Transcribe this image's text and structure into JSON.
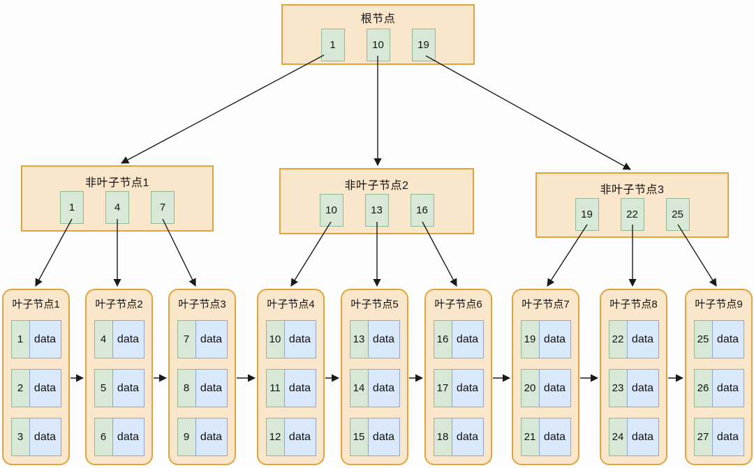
{
  "diagram": {
    "type": "b-plus-tree",
    "colors": {
      "node_fill": "#FAE6CB",
      "node_border": "#E0A43C",
      "key_fill": "#D7E9D6",
      "key_border": "#94B894",
      "data_fill": "#DAE8FC",
      "data_border": "#8FA6C8",
      "arrow": "#1a1a1a"
    },
    "root": {
      "title": "根节点",
      "keys": [
        "1",
        "10",
        "19"
      ]
    },
    "internal_nodes": [
      {
        "title": "非叶子节点1",
        "keys": [
          "1",
          "4",
          "7"
        ]
      },
      {
        "title": "非叶子节点2",
        "keys": [
          "10",
          "13",
          "16"
        ]
      },
      {
        "title": "非叶子节点3",
        "keys": [
          "19",
          "22",
          "25"
        ]
      }
    ],
    "leaf_nodes": [
      {
        "title": "叶子节点1",
        "rows": [
          {
            "key": "1",
            "value": "data"
          },
          {
            "key": "2",
            "value": "data"
          },
          {
            "key": "3",
            "value": "data"
          }
        ]
      },
      {
        "title": "叶子节点2",
        "rows": [
          {
            "key": "4",
            "value": "data"
          },
          {
            "key": "5",
            "value": "data"
          },
          {
            "key": "6",
            "value": "data"
          }
        ]
      },
      {
        "title": "叶子节点3",
        "rows": [
          {
            "key": "7",
            "value": "data"
          },
          {
            "key": "8",
            "value": "data"
          },
          {
            "key": "9",
            "value": "data"
          }
        ]
      },
      {
        "title": "叶子节点4",
        "rows": [
          {
            "key": "10",
            "value": "data"
          },
          {
            "key": "11",
            "value": "data"
          },
          {
            "key": "12",
            "value": "data"
          }
        ]
      },
      {
        "title": "叶子节点5",
        "rows": [
          {
            "key": "13",
            "value": "data"
          },
          {
            "key": "14",
            "value": "data"
          },
          {
            "key": "15",
            "value": "data"
          }
        ]
      },
      {
        "title": "叶子节点6",
        "rows": [
          {
            "key": "16",
            "value": "data"
          },
          {
            "key": "17",
            "value": "data"
          },
          {
            "key": "18",
            "value": "data"
          }
        ]
      },
      {
        "title": "叶子节点7",
        "rows": [
          {
            "key": "19",
            "value": "data"
          },
          {
            "key": "20",
            "value": "data"
          },
          {
            "key": "21",
            "value": "data"
          }
        ]
      },
      {
        "title": "叶子节点8",
        "rows": [
          {
            "key": "22",
            "value": "data"
          },
          {
            "key": "23",
            "value": "data"
          },
          {
            "key": "24",
            "value": "data"
          }
        ]
      },
      {
        "title": "叶子节点9",
        "rows": [
          {
            "key": "25",
            "value": "data"
          },
          {
            "key": "26",
            "value": "data"
          },
          {
            "key": "27",
            "value": "data"
          }
        ]
      }
    ],
    "edges": {
      "root_to_internal": [
        {
          "from_key": "1",
          "to": "非叶子节点1"
        },
        {
          "from_key": "10",
          "to": "非叶子节点2"
        },
        {
          "from_key": "19",
          "to": "非叶子节点3"
        }
      ],
      "internal_to_leaf": [
        {
          "from_node": "非叶子节点1",
          "from_key": "1",
          "to": "叶子节点1"
        },
        {
          "from_node": "非叶子节点1",
          "from_key": "4",
          "to": "叶子节点2"
        },
        {
          "from_node": "非叶子节点1",
          "from_key": "7",
          "to": "叶子节点3"
        },
        {
          "from_node": "非叶子节点2",
          "from_key": "10",
          "to": "叶子节点4"
        },
        {
          "from_node": "非叶子节点2",
          "from_key": "13",
          "to": "叶子节点5"
        },
        {
          "from_node": "非叶子节点2",
          "from_key": "16",
          "to": "叶子节点6"
        },
        {
          "from_node": "非叶子节点3",
          "from_key": "19",
          "to": "叶子节点7"
        },
        {
          "from_node": "非叶子节点3",
          "from_key": "22",
          "to": "叶子节点8"
        },
        {
          "from_node": "非叶子节点3",
          "from_key": "25",
          "to": "叶子节点9"
        }
      ],
      "leaf_chain": [
        "叶子节点1→叶子节点2",
        "叶子节点2→叶子节点3",
        "叶子节点3→叶子节点4",
        "叶子节点4→叶子节点5",
        "叶子节点5→叶子节点6",
        "叶子节点6→叶子节点7",
        "叶子节点7→叶子节点8",
        "叶子节点8→叶子节点9"
      ]
    }
  }
}
